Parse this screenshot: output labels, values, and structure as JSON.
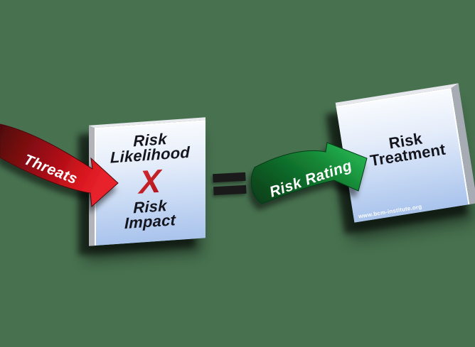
{
  "canvas": {
    "background_color": "#47714f"
  },
  "colors": {
    "threat_red_dark": "#5a070c",
    "threat_red_bright": "#e8242c",
    "rating_green_dark": "#07431a",
    "rating_green_bright": "#2db457",
    "box_blue_bottom": "#a9c3ec",
    "box_text": "#15151d",
    "equals_black": "#1a1a1a",
    "label_white": "#ffffff"
  },
  "flow": {
    "threats_arrow": {
      "label": "Threats"
    },
    "multiply_box": {
      "top_line1": "Risk",
      "top_line2": "Likelihood",
      "operator": "X",
      "bottom_line1": "Risk",
      "bottom_line2": "Impact"
    },
    "equals_sign": {
      "symbol": "="
    },
    "rating_arrow": {
      "label": "Risk Rating"
    },
    "treatment_box": {
      "line1": "Risk",
      "line2": "Treatment",
      "website": "www.bcm-institute.org"
    }
  }
}
